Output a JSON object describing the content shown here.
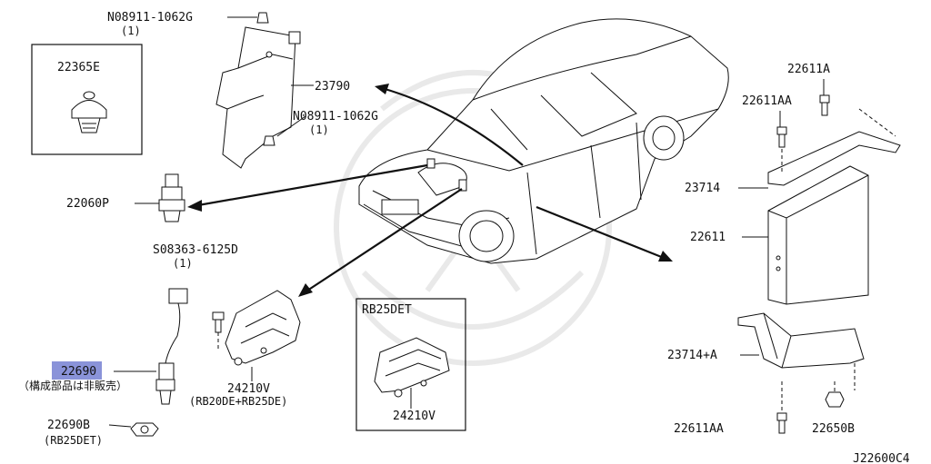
{
  "diagram_code": "J22600C4",
  "parts": {
    "p22365E": "22365E",
    "p08911_top": "N08911-1062G",
    "p08911_top_qty": "(1)",
    "p23790": "23790",
    "p08911_mid": "N08911-1062G",
    "p08911_mid_qty": "(1)",
    "p22060P": "22060P",
    "p08363": "S08363-6125D",
    "p08363_qty": "(1)",
    "p22690": "22690",
    "p22690_note": "（構成部品は非販売）",
    "p22690B": "22690B",
    "p22690B_note": "(RB25DET)",
    "p24210V_a": "24210V",
    "p24210V_a_note": "(RB20DE+RB25DE)",
    "box_rb25det_title": "RB25DET",
    "p24210V_b": "24210V",
    "p22611A": "22611A",
    "p22611AA_top": "22611AA",
    "p23714": "23714",
    "p22611": "22611",
    "p23714A": "23714+A",
    "p22611AA_bot": "22611AA",
    "p22650B": "22650B"
  },
  "colors": {
    "highlight": "#8a93d9",
    "line": "#111111"
  }
}
